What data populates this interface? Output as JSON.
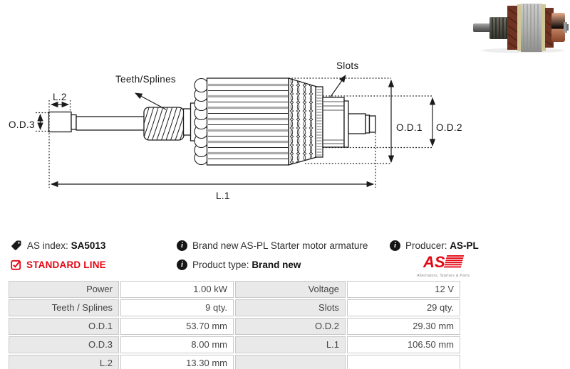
{
  "diagram": {
    "labels": {
      "od3": "O.D.3",
      "l2": "L.2",
      "teeth_splines": "Teeth/Splines",
      "slots": "Slots",
      "od1": "O.D.1",
      "od2": "O.D.2",
      "l1": "L.1"
    }
  },
  "info": {
    "as_index_label": "AS index:",
    "as_index_value": "SA5013",
    "standard_line": "STANDARD LINE",
    "description": "Brand new AS-PL Starter motor armature",
    "product_type_label": "Product type:",
    "product_type_value": "Brand new",
    "producer_label": "Producer:",
    "producer_value": "AS-PL"
  },
  "icons": {
    "info_glyph": "i"
  },
  "logo": {
    "text": "AS",
    "tagline": "Alternators, Starters & Parts"
  },
  "spec_table": {
    "rows": [
      [
        "Power",
        "1.00 kW",
        "Voltage",
        "12 V"
      ],
      [
        "Teeth / Splines",
        "9 qty.",
        "Slots",
        "29 qty."
      ],
      [
        "O.D.1",
        "53.70 mm",
        "O.D.2",
        "29.30 mm"
      ],
      [
        "O.D.3",
        "8.00 mm",
        "L.1",
        "106.50 mm"
      ],
      [
        "L.2",
        "13.30 mm",
        "",
        ""
      ]
    ]
  },
  "colors": {
    "accent_red": "#e30613",
    "table_label_bg": "#e9e9e9",
    "table_border": "#c9c9c9",
    "drawing_line": "#1c1c1c"
  }
}
